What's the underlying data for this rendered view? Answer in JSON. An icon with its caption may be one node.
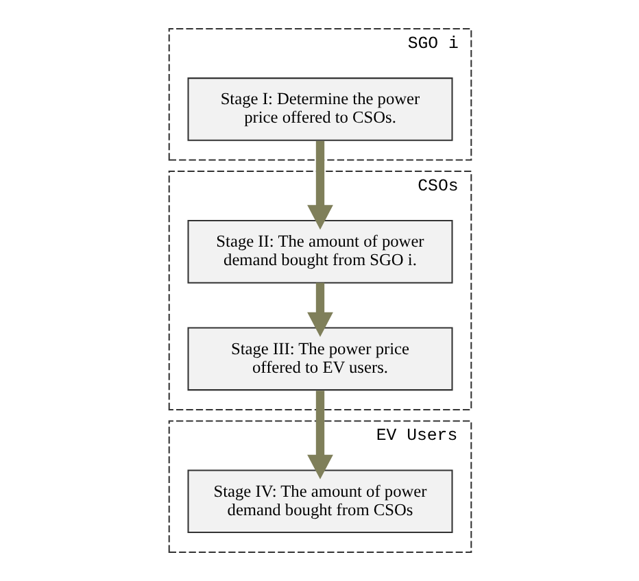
{
  "diagram": {
    "nodes": [
      {
        "text": [
          "SGO i"
        ]
      },
      {
        "text": [
          "Stage I: Determine the power price offered to CSOs."
        ],
        "in": 0
      },
      {
        "text": [
          "CSOs"
        ]
      },
      {
        "text": [
          "Stage II: The amount of power demand bought from SGO i."
        ],
        "in": 2
      },
      {
        "text": [
          "Stage III: The power price offered to EV users."
        ],
        "in": 2
      },
      {
        "text": [
          "EV Users"
        ]
      },
      {
        "text": [
          "Stage IV: The amount of power demand bought from CSOs"
        ],
        "in": 5
      }
    ],
    "edges": [
      {
        "from": 1,
        "to": 3,
        "arrow": "to"
      },
      {
        "from": 3,
        "to": 4,
        "arrow": "to"
      },
      {
        "from": 4,
        "to": 6,
        "arrow": "to"
      }
    ]
  }
}
